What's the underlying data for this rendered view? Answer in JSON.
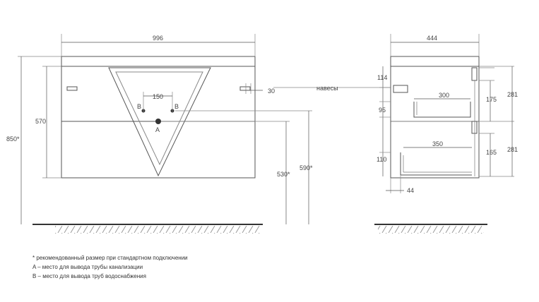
{
  "front": {
    "width": "996",
    "height_top": "570",
    "height_total": "850*",
    "pipe_spacing": "150",
    "point_b_left": "B",
    "point_b_right": "B",
    "point_a": "A",
    "hinge_offset": "30",
    "pipe_a_height": "530*",
    "pipe_b_height": "590*"
  },
  "side": {
    "depth": "444",
    "hinges_label": "навесы",
    "dim_114": "114",
    "dim_95": "95",
    "dim_110": "110",
    "dim_300": "300",
    "dim_350": "350",
    "dim_175": "175",
    "dim_165": "165",
    "dim_281_top": "281",
    "dim_281_bottom": "281",
    "dim_44": "44"
  },
  "notes": [
    "* рекомендованный размер при стандартном подключении",
    "A – место для вывода трубы канализации",
    "B – место для вывода труб водоснабжения"
  ]
}
